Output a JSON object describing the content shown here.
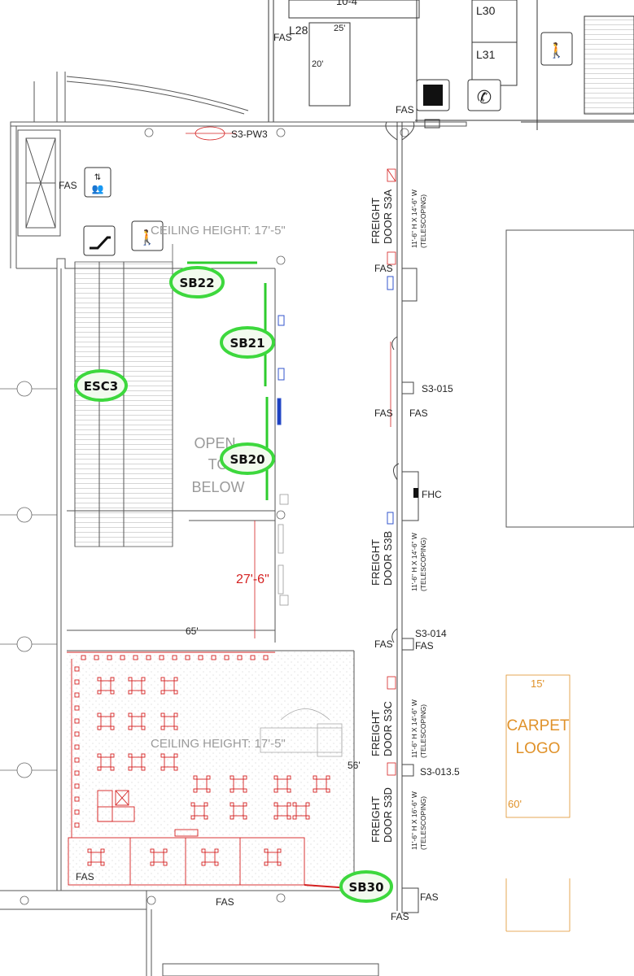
{
  "top_area": {
    "room_l28": "L28",
    "room_l30": "L30",
    "room_l31": "L31",
    "dim_25": "25'",
    "dim_20": "20'",
    "top_partial": "10-4"
  },
  "fas_labels": [
    "FAS",
    "FAS",
    "FAS",
    "FAS",
    "FAS",
    "FAS",
    "FAS",
    "FAS",
    "FAS",
    "FAS",
    "FAS",
    "FAS"
  ],
  "rooms": {
    "s3_pw3": "S3-PW3",
    "s3_015": "S3-015",
    "s3_014": "S3-014",
    "s3_013_5": "S3-013.5",
    "fhc": "FHC"
  },
  "ceiling_heights": [
    "CEILING HEIGHT: 17'-5\"",
    "CEILING HEIGHT: 17'-5\""
  ],
  "open_to_below": [
    "OPEN",
    "TO",
    "BELOW"
  ],
  "dimensions": {
    "d_27_6": "27'-6\"",
    "d_65": "65'",
    "d_56": "56'",
    "d_15": "15'",
    "d_60": "60'"
  },
  "freight_doors": [
    {
      "line1": "FREIGHT",
      "line2": "DOOR S3A",
      "spec1": "11'-6\" H X 14'-6\" W",
      "spec2": "(TELESCOPING)"
    },
    {
      "line1": "FREIGHT",
      "line2": "DOOR S3B",
      "spec1": "11'-6\" H X 14'-6\" W",
      "spec2": "(TELESCOPING)"
    },
    {
      "line1": "FREIGHT",
      "line2": "DOOR S3C",
      "spec1": "11'-6\" H X 14'-6\" W",
      "spec2": "(TELESCOPING)"
    },
    {
      "line1": "FREIGHT",
      "line2": "DOOR S3D",
      "spec1": "11'-6\" H X 16'-6\" W",
      "spec2": "(TELESCOPING)"
    }
  ],
  "carpet_logo": [
    "CARPET",
    "LOGO"
  ],
  "badges": {
    "sb22": "SB22",
    "sb21": "SB21",
    "esc3": "ESC3",
    "sb20": "SB20",
    "sb30": "SB30"
  },
  "colors": {
    "badge_fill": "#f2fbee",
    "badge_ring": "#3dd83d",
    "highlight_line": "#2ecc2e",
    "red_ink": "#d42020",
    "orange_ink": "#e0922a",
    "blue_mark": "#1b3fbf"
  }
}
